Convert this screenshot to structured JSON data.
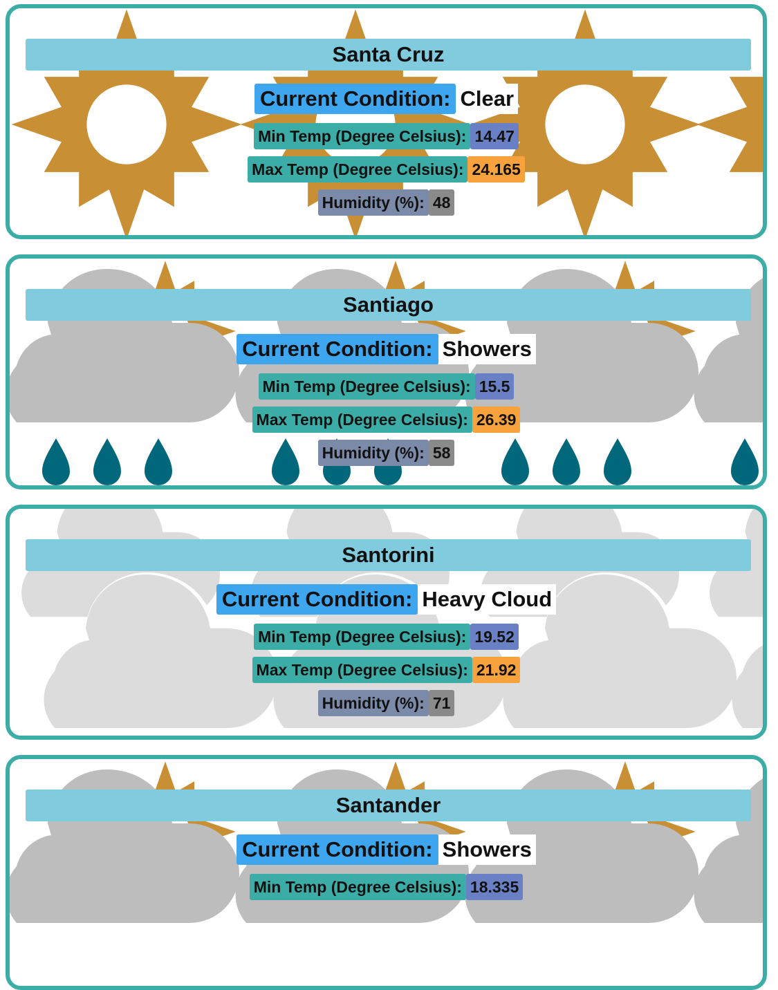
{
  "colors": {
    "card_border": "#3bada6",
    "city_bar": "#80cbde",
    "condition_label": "#3ea6ef",
    "temp_label": "#3bada6",
    "humidity_label": "#7b8aa8",
    "min_value": "#6a80c4",
    "max_value": "#f7a23d",
    "humidity_value": "#8a8a8a",
    "sun": "#c98f34",
    "shower_cloud": "#bdbdbd",
    "heavy_cloud": "#dcdcdc",
    "rain_drop": "#00687a"
  },
  "labels": {
    "condition": "Current Condition:",
    "min_temp": "Min Temp (Degree Celsius):",
    "max_temp": "Max Temp (Degree Celsius):",
    "humidity": "Humidity (%):"
  },
  "cities": [
    {
      "name": "Santa Cruz",
      "condition": "Clear",
      "min": "14.47",
      "max": "24.165",
      "humidity": "48",
      "background_icon": "sun-icon"
    },
    {
      "name": "Santiago",
      "condition": "Showers",
      "min": "15.5",
      "max": "26.39",
      "humidity": "58",
      "background_icon": "showers-icon"
    },
    {
      "name": "Santorini",
      "condition": "Heavy Cloud",
      "min": "19.52",
      "max": "21.92",
      "humidity": "71",
      "background_icon": "heavy-cloud-icon"
    },
    {
      "name": "Santander",
      "condition": "Showers",
      "min": "18.335",
      "max": "",
      "humidity": "",
      "background_icon": "showers-icon"
    }
  ]
}
